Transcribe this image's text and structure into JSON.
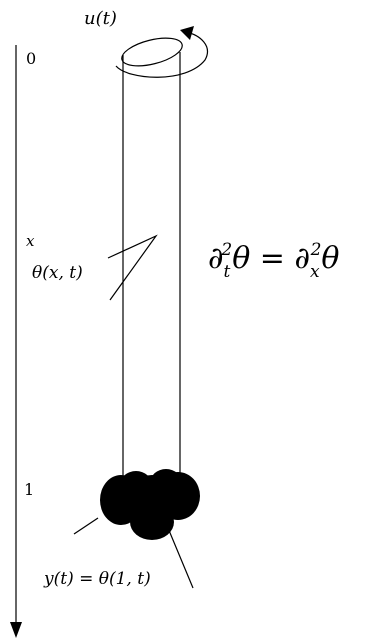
{
  "axis": {
    "tick_zero": "0",
    "tick_one": "1",
    "label": "x"
  },
  "labels": {
    "input": "u(t)",
    "field": "θ(x, t)",
    "output": "y(t) = θ(1, t)",
    "equation_part1": "∂",
    "equation_sub1": "t",
    "equation_sup1": "2",
    "equation_mid": "θ = ∂",
    "equation_sub2": "x",
    "equation_sup2": "2",
    "equation_end": "θ"
  }
}
